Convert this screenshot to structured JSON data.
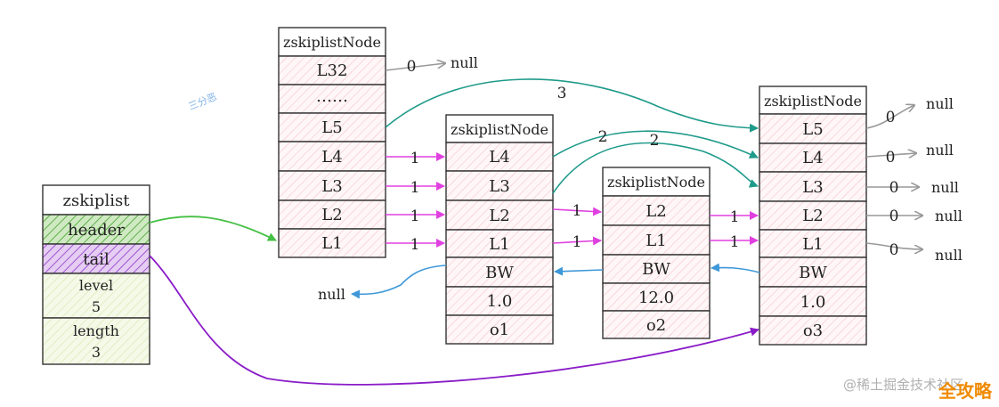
{
  "zskiplist": {
    "title": "zskiplist",
    "header": "header",
    "tail": "tail",
    "level_label": "level",
    "level_value": "5",
    "length_label": "length",
    "length_value": "3"
  },
  "header_node": {
    "title": "zskiplistNode",
    "levels": [
      "L32",
      "……",
      "L5",
      "L4",
      "L3",
      "L2",
      "L1"
    ]
  },
  "node_o1": {
    "title": "zskiplistNode",
    "levels": [
      "L4",
      "L3",
      "L2",
      "L1"
    ],
    "backward": "BW",
    "score": "1.0",
    "obj": "o1"
  },
  "node_o2": {
    "title": "zskiplistNode",
    "levels": [
      "L2",
      "L1"
    ],
    "backward": "BW",
    "score": "12.0",
    "obj": "o2"
  },
  "node_o3": {
    "title": "zskiplistNode",
    "levels": [
      "L5",
      "L4",
      "L3",
      "L2",
      "L1"
    ],
    "backward": "BW",
    "score": "1.0",
    "obj": "o3"
  },
  "spans": {
    "header_l32": "0",
    "header_l5": "3",
    "header_l4": "1",
    "header_l3": "1",
    "header_l2": "1",
    "header_l1": "1",
    "o1_l4": "2",
    "o1_l3": "2",
    "o1_l2": "1",
    "o1_l1": "1",
    "o2_l2": "1",
    "o2_l1": "1",
    "o3_l5": "0",
    "o3_l4": "0",
    "o3_l3": "0",
    "o3_l2": "0",
    "o3_l1": "0"
  },
  "null_label": "null",
  "watermark": {
    "text": "@稀土掘金技术社区",
    "logo": "全攻略",
    "author": "三分恶"
  },
  "colors": {
    "span_arrow": "#e040e0",
    "null_arrow": "#999999",
    "long_link": "#1e9a8a",
    "backward": "#3e98d8",
    "header_ptr": "#44c044",
    "tail_ptr": "#8a1cc8"
  }
}
